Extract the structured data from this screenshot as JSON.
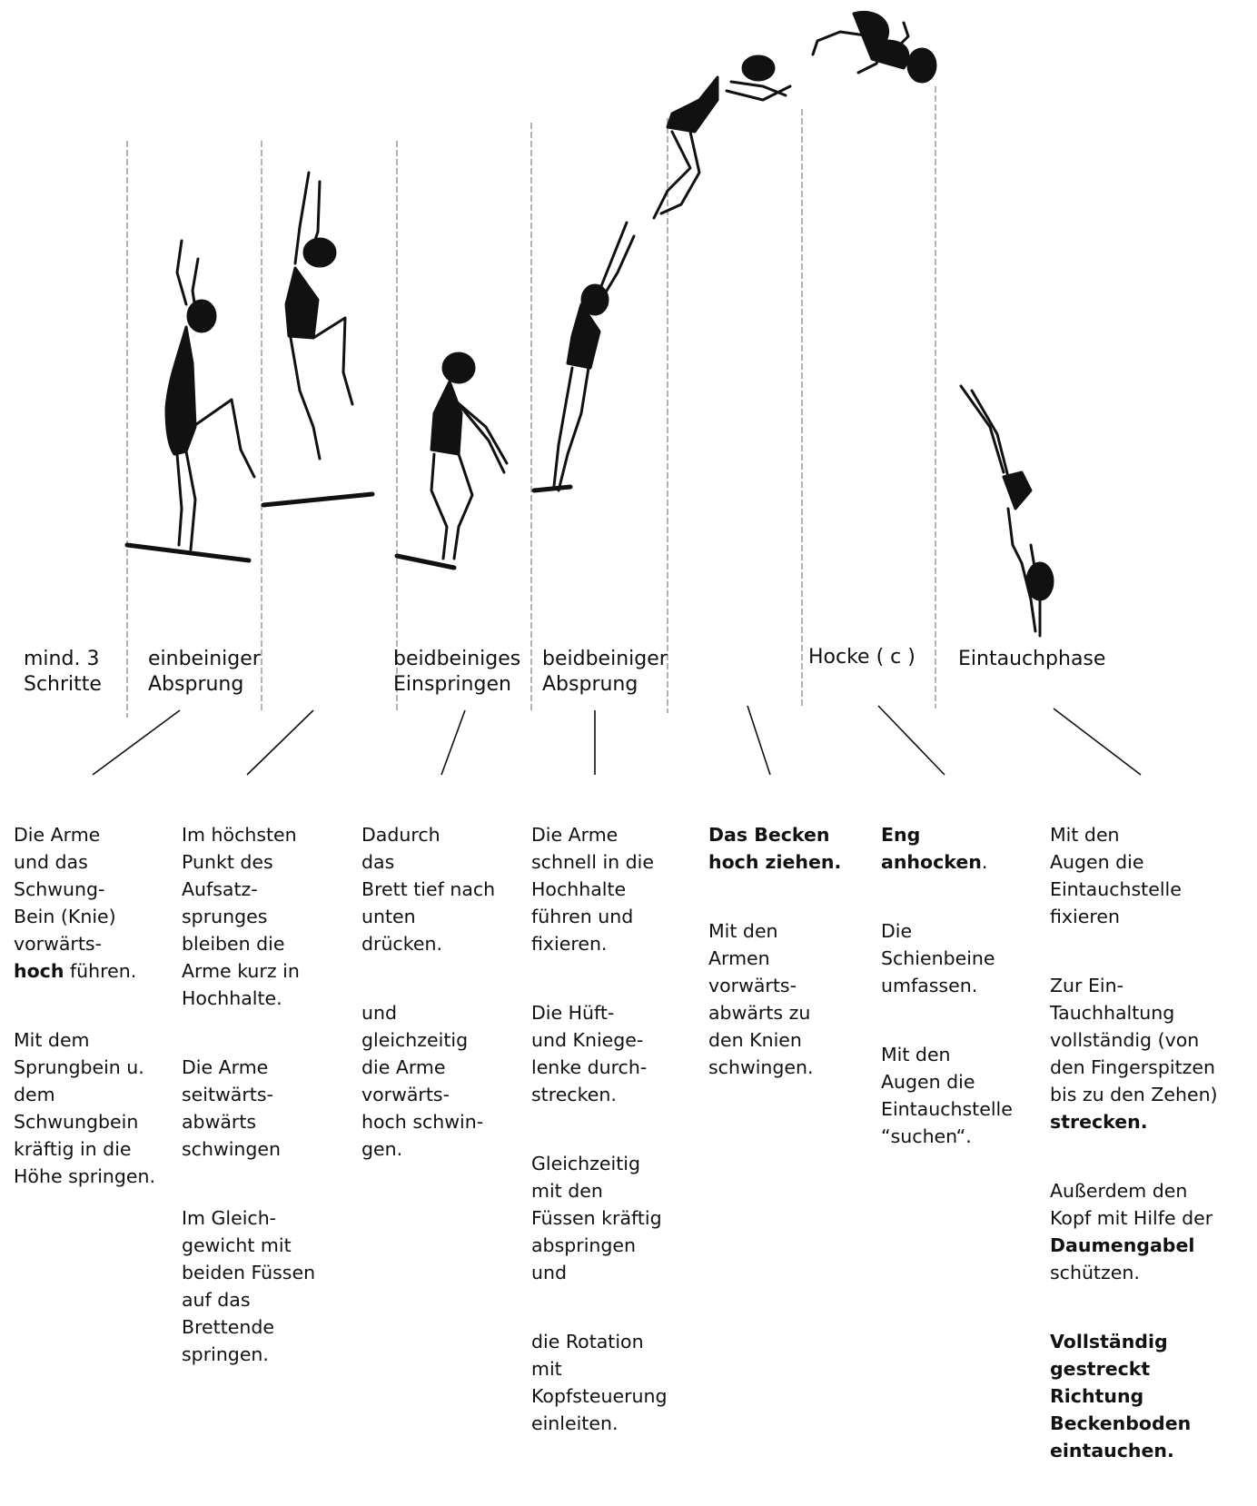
{
  "phases": [
    {
      "id": "anlauf",
      "label": "mind. 3\nSchritte"
    },
    {
      "id": "einbeinig",
      "label": "einbeiniger\nAbsprung"
    },
    {
      "id": "einspringen",
      "label": "beidbeiniges\nEinspringen"
    },
    {
      "id": "beidbeinig",
      "label": "beidbeiniger\nAbsprung"
    },
    {
      "id": "hocke",
      "label": "Hocke ( c )"
    },
    {
      "id": "eintauch",
      "label": "Eintauchphase"
    }
  ],
  "columns": [
    {
      "paragraphs": [
        {
          "segments": [
            {
              "t": "   Die Arme\nund das\nSchwung-\nBein (Knie)\n vorwärts-\n",
              "b": false
            },
            {
              "t": "hoch",
              "b": true
            },
            {
              "t": " führen.",
              "b": false
            }
          ]
        },
        {
          "segments": [
            {
              "t": "   Mit dem\nSprungbein u.\ndem\nSchwungbein\nkräftig in die\nHöhe springen.",
              "b": false
            }
          ]
        }
      ]
    },
    {
      "paragraphs": [
        {
          "segments": [
            {
              "t": "   Im höchsten\nPunkt des\nAufsatz-\nsprunges\nbleiben die\nArme kurz in\n Hochhalte.",
              "b": false
            }
          ]
        },
        {
          "segments": [
            {
              "t": "   Die Arme\nseitwärts-\nabwärts\n schwingen",
              "b": false
            }
          ]
        },
        {
          "segments": [
            {
              "t": "    Im Gleich-\ngewicht mit\nbeiden Füssen\nauf das\nBrettende\nspringen.",
              "b": false
            }
          ]
        }
      ]
    },
    {
      "paragraphs": [
        {
          "segments": [
            {
              "t": "   Dadurch\ndas\nBrett tief nach\nunten\n drücken.",
              "b": false
            }
          ]
        },
        {
          "segments": [
            {
              "t": "     und\ngleichzeitig\ndie Arme\nvorwärts-\nhoch schwin-\ngen.",
              "b": false
            }
          ]
        }
      ]
    },
    {
      "paragraphs": [
        {
          "segments": [
            {
              "t": "   Die Arme\nschnell in die\nHochhalte\nführen und\nfixieren.",
              "b": false
            }
          ]
        },
        {
          "segments": [
            {
              "t": "   Die Hüft-\nund Kniege-\nlenke durch-\nstrecken.",
              "b": false
            }
          ]
        },
        {
          "segments": [
            {
              "t": "   Gleichzeitig\nmit den\nFüssen kräftig\nabspringen\nund",
              "b": false
            }
          ]
        },
        {
          "segments": [
            {
              "t": "  die Rotation\nmit\nKopfsteuerung\neinleiten.",
              "b": false
            }
          ]
        }
      ]
    },
    {
      "paragraphs": [
        {
          "segments": [
            {
              "t": "  Das Becken\nhoch ziehen.",
              "b": true
            }
          ]
        },
        {
          "segments": [
            {
              "t": "   Mit den\nArmen\nvorwärts-\nabwärts zu\nden Knien\nschwingen.",
              "b": false
            }
          ]
        }
      ]
    },
    {
      "paragraphs": [
        {
          "segments": [
            {
              "t": "  Eng\nanhocken",
              "b": true
            },
            {
              "t": ".",
              "b": false
            }
          ]
        },
        {
          "segments": [
            {
              "t": "   Die\nSchienbeine\numfassen.",
              "b": false
            }
          ]
        },
        {
          "segments": [
            {
              "t": "   Mit den\nAugen die\nEintauchstelle\n“suchen“.",
              "b": false
            }
          ]
        }
      ]
    },
    {
      "paragraphs": [
        {
          "segments": [
            {
              "t": "   Mit den\nAugen die\nEintauchstelle\nfixieren",
              "b": false
            }
          ]
        },
        {
          "segments": [
            {
              "t": "   Zur Ein-\nTauchhaltung\nvollständig (von\nden Fingerspitzen\nbis zu den Zehen)\n",
              "b": false
            },
            {
              "t": "strecken.",
              "b": true
            }
          ]
        },
        {
          "segments": [
            {
              "t": "Außerdem den\nKopf mit Hilfe der\n",
              "b": false
            },
            {
              "t": "Daumengabel",
              "b": true
            },
            {
              "t": "\nschützen.",
              "b": false
            }
          ]
        },
        {
          "segments": [
            {
              "t": "   Vollständig\ngestreckt\nRichtung\nBeckenboden\neintauchen.",
              "b": true
            }
          ]
        }
      ]
    }
  ]
}
